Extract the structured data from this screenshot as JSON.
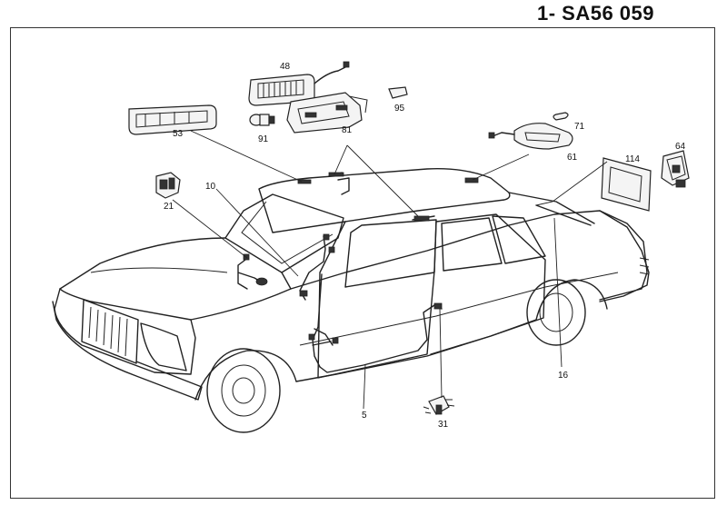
{
  "header": {
    "code": "1- SA56 059"
  },
  "callouts": [
    {
      "id": "48",
      "text": "48"
    },
    {
      "id": "95",
      "text": "95"
    },
    {
      "id": "53",
      "text": "53"
    },
    {
      "id": "91",
      "text": "91"
    },
    {
      "id": "81",
      "text": "81"
    },
    {
      "id": "71",
      "text": "71"
    },
    {
      "id": "61",
      "text": "61"
    },
    {
      "id": "114",
      "text": "114"
    },
    {
      "id": "64",
      "text": "64"
    },
    {
      "id": "10",
      "text": "10"
    },
    {
      "id": "21",
      "text": "21"
    },
    {
      "id": "16",
      "text": "16"
    },
    {
      "id": "5",
      "text": "5"
    },
    {
      "id": "31",
      "text": "31"
    }
  ]
}
